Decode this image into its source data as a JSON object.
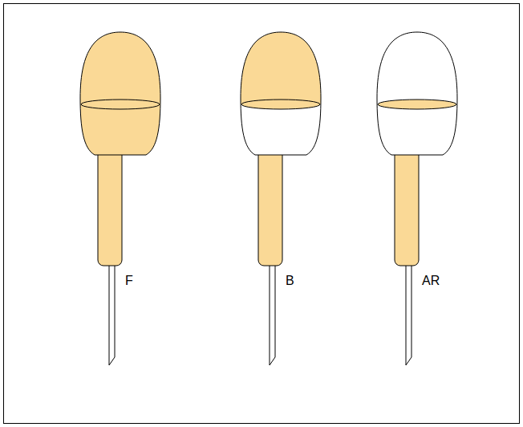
{
  "diagram": {
    "labels": [
      "F",
      "B",
      "AR"
    ]
  }
}
